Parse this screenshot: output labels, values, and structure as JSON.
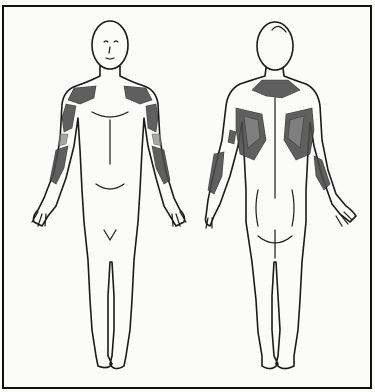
{
  "figure": {
    "views": [
      "front",
      "back"
    ],
    "shaded_regions": {
      "front": [
        "shoulders",
        "upper-arms",
        "forearms"
      ],
      "back": [
        "upper-back",
        "shoulder-blades",
        "forearms"
      ]
    },
    "colors": {
      "outline": "#1a1a1a",
      "shading": "#4a4a4a",
      "frame": "#111111",
      "paper": "#fbfbf9"
    }
  }
}
